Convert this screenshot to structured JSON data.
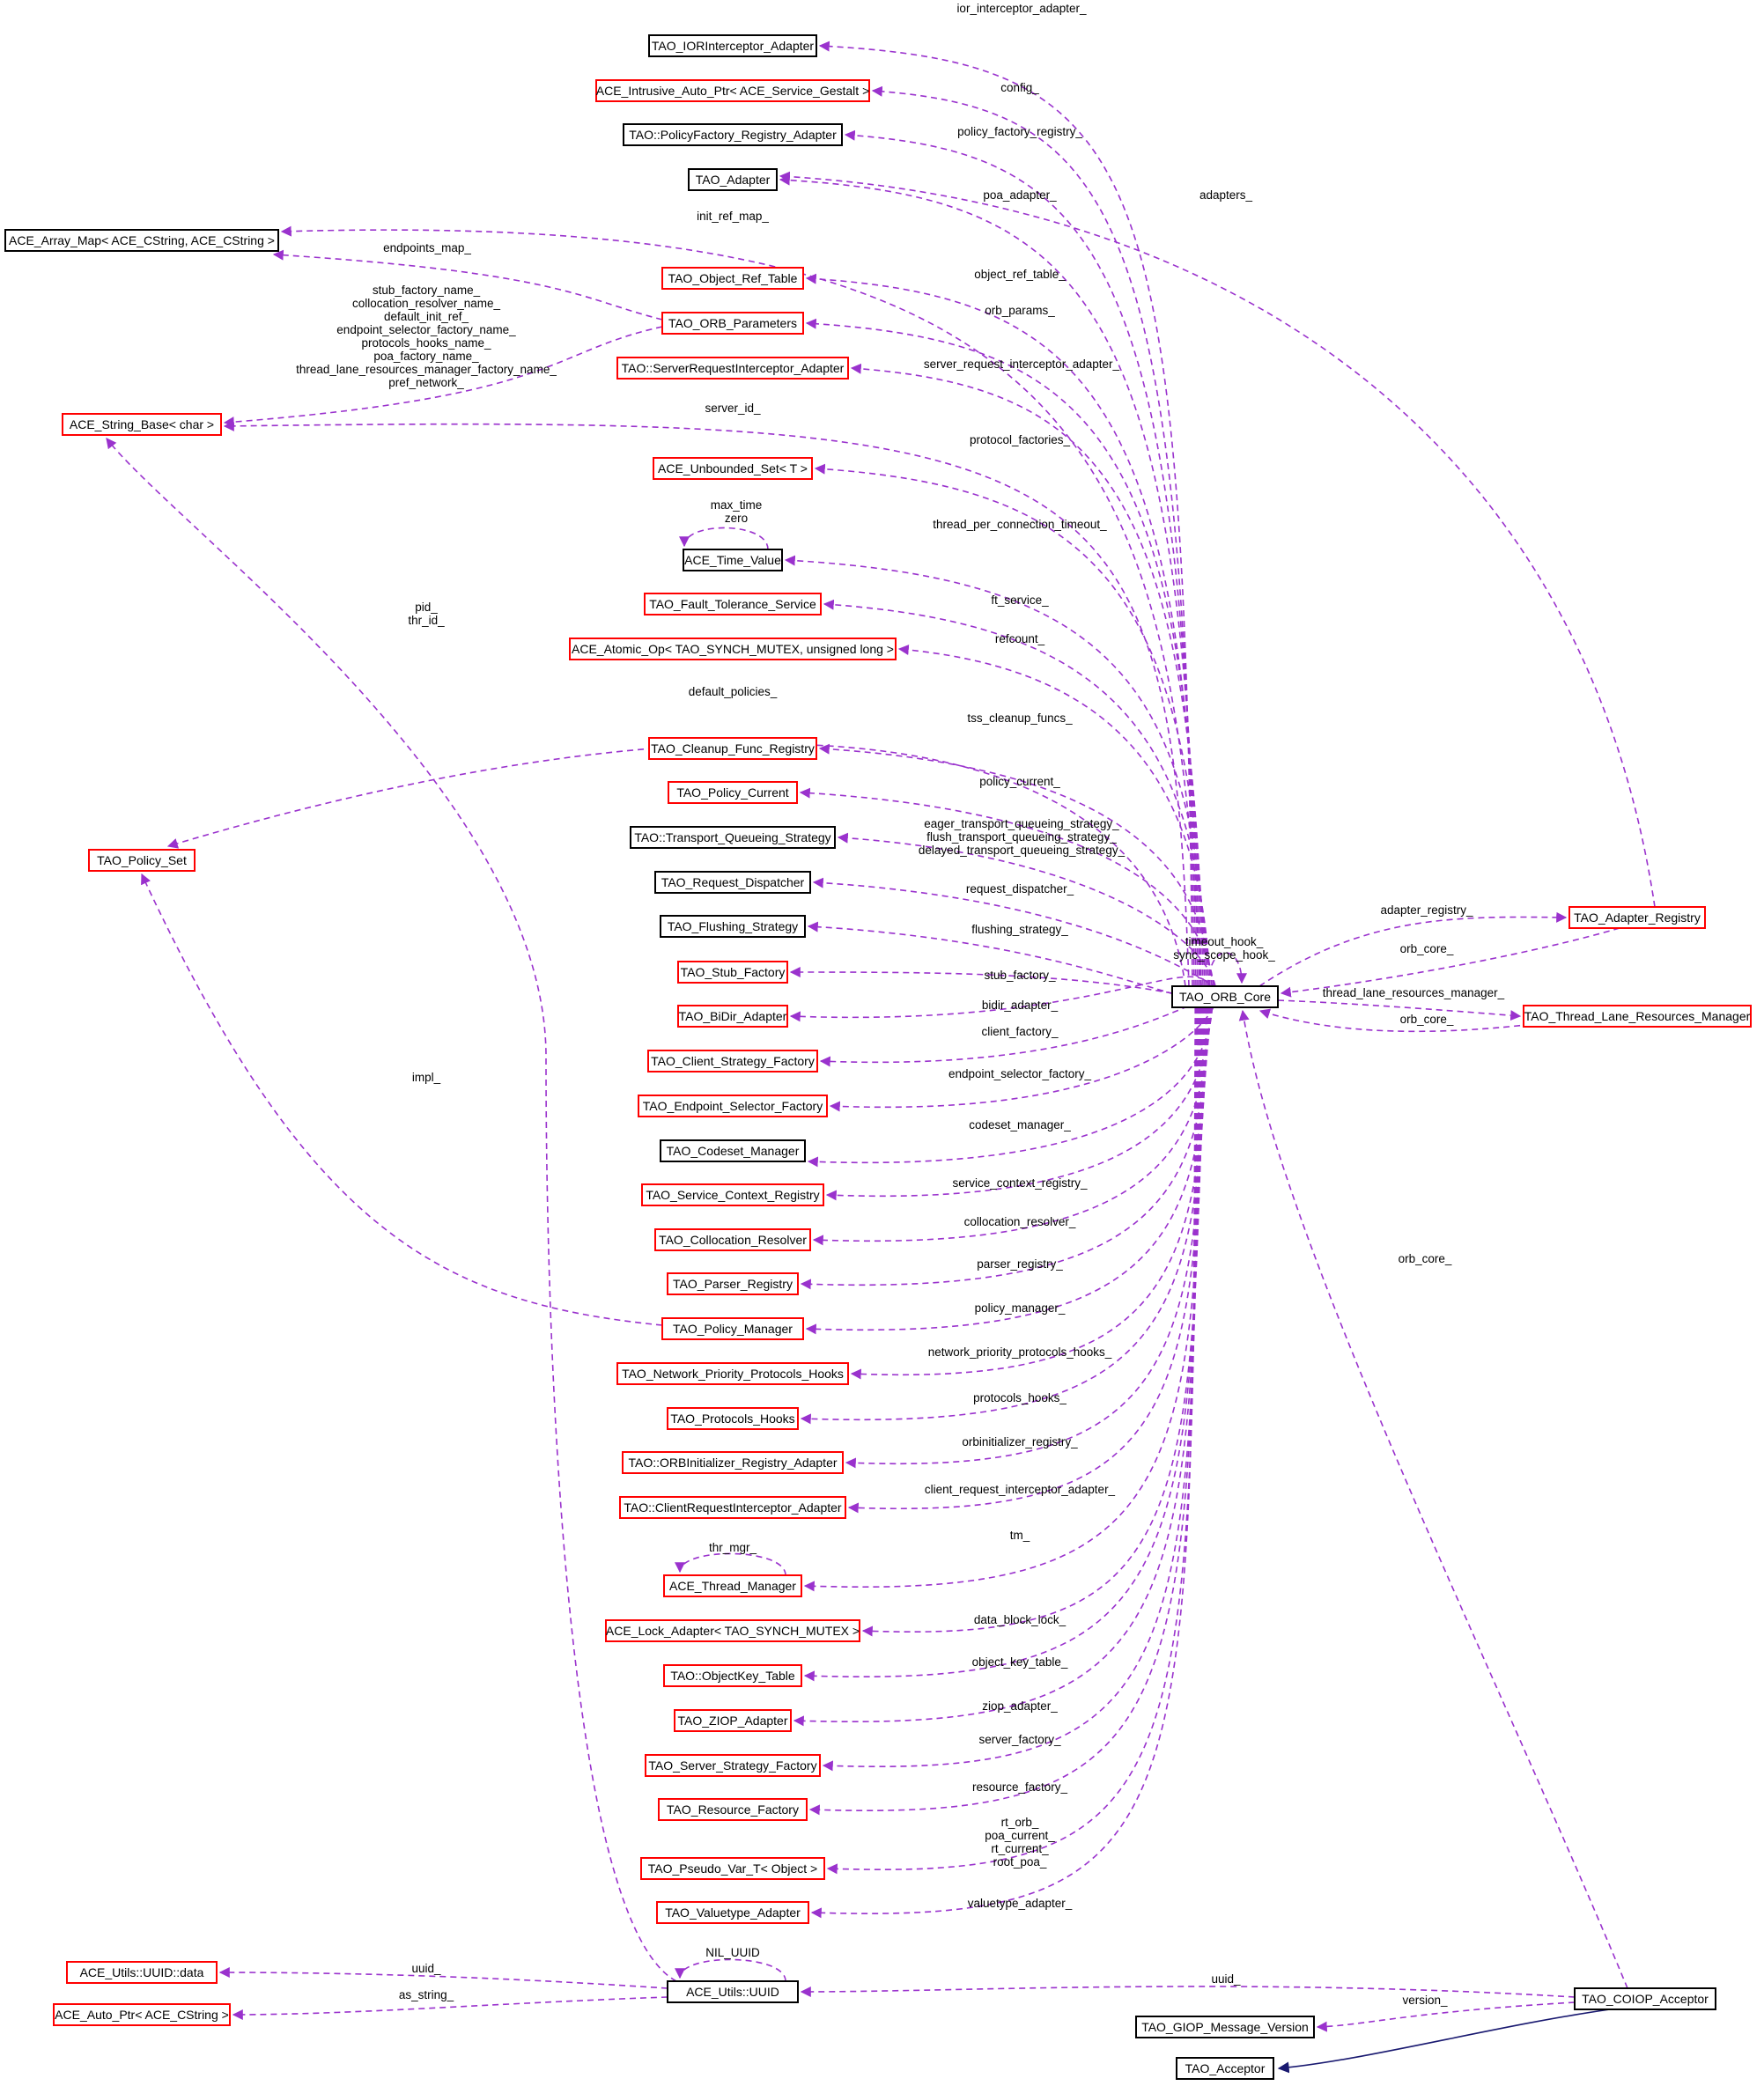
{
  "colors": {
    "border_red": "#ff0000",
    "border_black": "#000000",
    "focus_fill": "#bfbfbf",
    "usage_edge": "#9a32cd",
    "inherit_edge": "#191970"
  },
  "nodes": {
    "ior_interceptor_adapter": "TAO_IORInterceptor_Adapter",
    "intrusive_auto_ptr": "ACE_Intrusive_Auto_Ptr< ACE_Service_Gestalt >",
    "policyfactory_registry_adapter": "TAO::PolicyFactory_Registry_Adapter",
    "tao_adapter": "TAO_Adapter",
    "ace_array_map": "ACE_Array_Map< ACE_CString, ACE_CString >",
    "object_ref_table": "TAO_Object_Ref_Table",
    "orb_parameters": "TAO_ORB_Parameters",
    "serverrequestinterceptor_adapter": "TAO::ServerRequestInterceptor_Adapter",
    "ace_string_base": "ACE_String_Base< char >",
    "unbounded_set": "ACE_Unbounded_Set< T >",
    "ace_time_value": "ACE_Time_Value",
    "fault_tolerance_service": "TAO_Fault_Tolerance_Service",
    "atomic_op": "ACE_Atomic_Op< TAO_SYNCH_MUTEX, unsigned long >",
    "cleanup_func_registry": "TAO_Cleanup_Func_Registry",
    "policy_current": "TAO_Policy_Current",
    "policy_set": "TAO_Policy_Set",
    "transport_queueing_strategy": "TAO::Transport_Queueing_Strategy",
    "request_dispatcher": "TAO_Request_Dispatcher",
    "flushing_strategy": "TAO_Flushing_Strategy",
    "stub_factory": "TAO_Stub_Factory",
    "bidir_adapter": "TAO_BiDir_Adapter",
    "client_strategy_factory": "TAO_Client_Strategy_Factory",
    "endpoint_selector_factory": "TAO_Endpoint_Selector_Factory",
    "codeset_manager": "TAO_Codeset_Manager",
    "service_context_registry": "TAO_Service_Context_Registry",
    "collocation_resolver": "TAO_Collocation_Resolver",
    "parser_registry": "TAO_Parser_Registry",
    "policy_manager": "TAO_Policy_Manager",
    "network_priority_protocols_hooks": "TAO_Network_Priority_Protocols_Hooks",
    "protocols_hooks": "TAO_Protocols_Hooks",
    "orbinitializer_registry_adapter": "TAO::ORBInitializer_Registry_Adapter",
    "clientrequestinterceptor_adapter": "TAO::ClientRequestInterceptor_Adapter",
    "thread_manager": "ACE_Thread_Manager",
    "lock_adapter": "ACE_Lock_Adapter< TAO_SYNCH_MUTEX >",
    "objectkey_table": "TAO::ObjectKey_Table",
    "ziop_adapter": "TAO_ZIOP_Adapter",
    "server_strategy_factory": "TAO_Server_Strategy_Factory",
    "resource_factory": "TAO_Resource_Factory",
    "pseudo_var": "TAO_Pseudo_Var_T< Object >",
    "valuetype_adapter": "TAO_Valuetype_Adapter",
    "uuid_data": "ACE_Utils::UUID::data",
    "auto_ptr": "ACE_Auto_Ptr< ACE_CString >",
    "uuid": "ACE_Utils::UUID",
    "orb_core": "TAO_ORB_Core",
    "adapter_registry": "TAO_Adapter_Registry",
    "thread_lane_resources_manager": "TAO_Thread_Lane_Resources_Manager",
    "coiop_acceptor": "TAO_COIOP_Acceptor",
    "giop_message_version": "TAO_GIOP_Message_Version",
    "tao_acceptor": "TAO_Acceptor"
  },
  "edge_labels": {
    "ior_interceptor_adapter": "ior_interceptor_adapter_",
    "config": "config_",
    "policy_factory_registry": "policy_factory_registry_",
    "adapters": "adapters_",
    "poa_adapter": "poa_adapter_",
    "init_ref_map": "init_ref_map_",
    "endpoints_map": "endpoints_map_",
    "object_ref_table": "object_ref_table_",
    "orb_params": "orb_params_",
    "server_request_interceptor_adapter": "server_request_interceptor_adapter_",
    "server_id": "server_id_",
    "protocol_factories": "protocol_factories_",
    "max_time_zero": [
      "max_time",
      "zero"
    ],
    "thread_per_connection_timeout": "thread_per_connection_timeout_",
    "pid_thr_id": [
      "pid_",
      "thr_id_"
    ],
    "ft_service": "ft_service_",
    "refcount": "refcount_",
    "default_policies": "default_policies_",
    "tss_cleanup_funcs": "tss_cleanup_funcs_",
    "policy_current": "policy_current_",
    "transport_queueing": [
      "eager_transport_queueing_strategy_",
      "flush_transport_queueing_strategy_",
      "delayed_transport_queueing_strategy_"
    ],
    "request_dispatcher": "request_dispatcher_",
    "flushing_strategy": "flushing_strategy_",
    "hooks": [
      "timeout_hook_",
      "sync_scope_hook_"
    ],
    "adapter_registry": "adapter_registry_",
    "orb_core_ar": "orb_core_",
    "stub_factory": "stub_factory_",
    "thread_lane_resources_manager": "thread_lane_resources_manager_",
    "orb_core_tl": "orb_core_",
    "bidir_adapter": "bidir_adapter_",
    "client_factory": "client_factory_",
    "impl": "impl_",
    "endpoint_selector_factory": "endpoint_selector_factory_",
    "codeset_manager": "codeset_manager_",
    "service_context_registry": "service_context_registry_",
    "collocation_resolver": "collocation_resolver_",
    "orb_core_coiop": "orb_core_",
    "parser_registry": "parser_registry_",
    "policy_manager": "policy_manager_",
    "network_priority_protocols_hooks": "network_priority_protocols_hooks_",
    "protocols_hooks": "protocols_hooks_",
    "orbinitializer_registry": "orbinitializer_registry_",
    "client_request_interceptor_adapter": "client_request_interceptor_adapter_",
    "thr_mgr": "thr_mgr_",
    "tm": "tm_",
    "data_block_lock": "data_block_lock_",
    "object_key_table": "object_key_table_",
    "ziop_adapter": "ziop_adapter_",
    "server_factory": "server_factory_",
    "resource_factory": "resource_factory_",
    "pseudo_vars": [
      "rt_orb_",
      "poa_current_",
      "rt_current_",
      "root_poa_"
    ],
    "valuetype_adapter": "valuetype_adapter_",
    "nil_uuid": "NIL_UUID",
    "uuid_data": "uuid_",
    "as_string": "as_string_",
    "uuid_coiop": "uuid_",
    "version": "version_",
    "orb_params_strings": [
      "stub_factory_name_",
      "collocation_resolver_name_",
      "default_init_ref_",
      "endpoint_selector_factory_name_",
      "protocols_hooks_name_",
      "poa_factory_name_",
      "thread_lane_resources_manager_factory_name_",
      "pref_network_"
    ]
  }
}
